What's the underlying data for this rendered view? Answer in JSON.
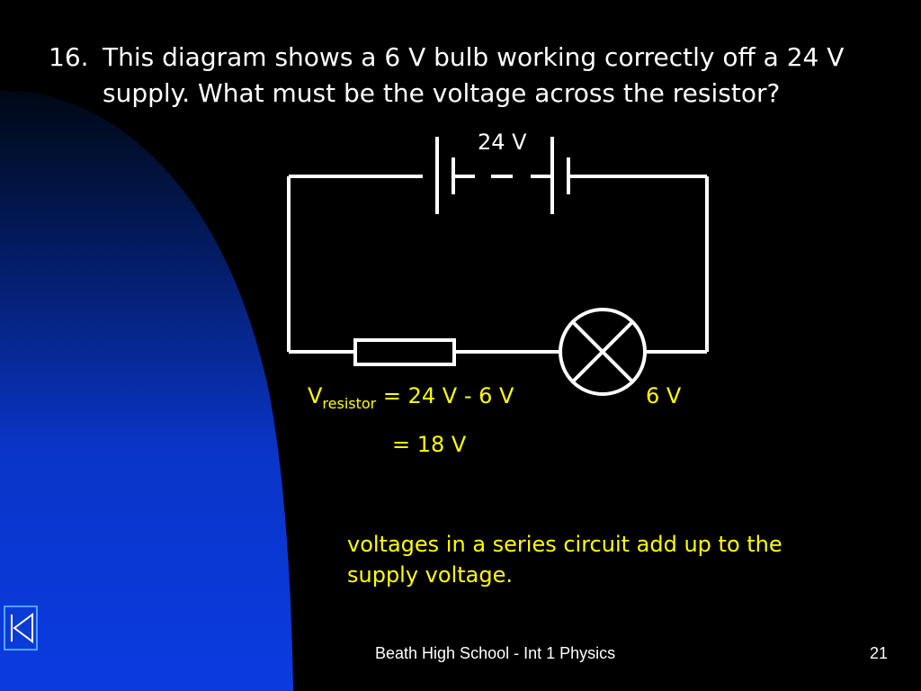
{
  "question": {
    "number": "16.",
    "text": "This diagram shows a 6 V bulb working correctly off a 24 V supply. What must be the voltage across the resistor?"
  },
  "circuit": {
    "supply_label": "24 V",
    "bulb_label": "6 V"
  },
  "equation": {
    "symbol": "V",
    "subscript": "resistor",
    "line1": "= 24 V - 6 V",
    "line2": "= 18 V"
  },
  "note": "voltages in a series circuit add up to the supply voltage.",
  "footer": {
    "title": "Beath High School - Int 1 Physics",
    "page": "21"
  },
  "nav": {
    "icon": "skip-back-icon"
  },
  "colors": {
    "background": "#000000",
    "swoosh": "#0b3bd6",
    "text": "#ffffff",
    "highlight": "#ffff00"
  }
}
